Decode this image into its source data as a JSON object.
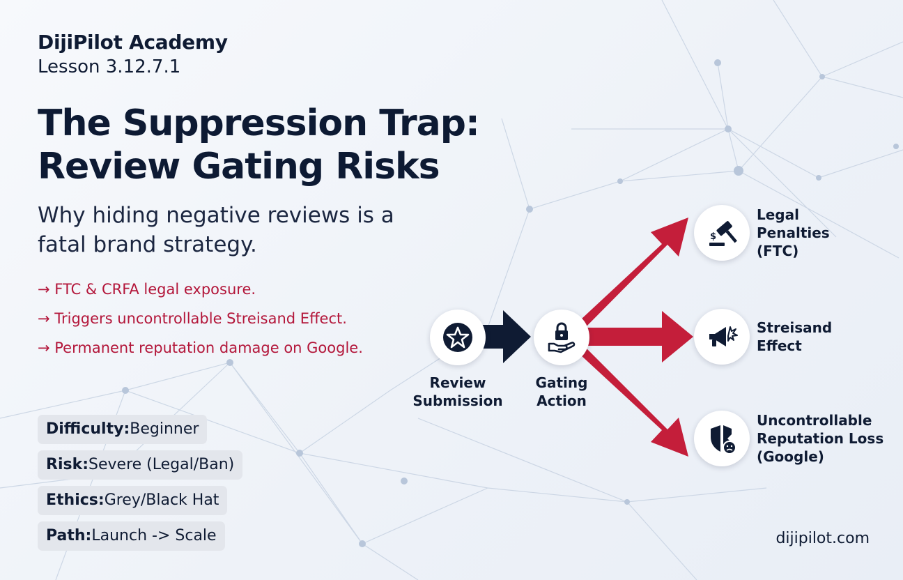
{
  "header": {
    "brand": "DijiPilot Academy",
    "lesson": "Lesson 3.12.7.1"
  },
  "title": {
    "line1": "The Suppression Trap:",
    "line2": "Review Gating Risks"
  },
  "subtitle": "Why hiding negative reviews is a fatal brand strategy.",
  "risks": [
    "→ FTC & CRFA legal exposure.",
    "→ Triggers uncontrollable Streisand Effect.",
    "→ Permanent reputation damage on Google."
  ],
  "meta": [
    {
      "label": "Difficulty:",
      "value": "Beginner"
    },
    {
      "label": "Risk:",
      "value": "Severe (Legal/Ban)"
    },
    {
      "label": "Ethics:",
      "value": "Grey/Black Hat"
    },
    {
      "label": "Path:",
      "value": "Launch -> Scale"
    }
  ],
  "flow": {
    "source": {
      "line1": "Review",
      "line2": "Submission",
      "icon": "star-icon"
    },
    "gate": {
      "line1": "Gating",
      "line2": "Action",
      "icon": "lock-hand-icon"
    },
    "outcomes": [
      {
        "lines": [
          "Legal",
          "Penalties",
          "(FTC)"
        ],
        "icon": "gavel-icon"
      },
      {
        "lines": [
          "Streisand",
          "Effect"
        ],
        "icon": "megaphone-icon"
      },
      {
        "lines": [
          "Uncontrollable",
          "Reputation Loss",
          "(Google)"
        ],
        "icon": "broken-shield-icon"
      }
    ]
  },
  "colors": {
    "navy": "#0f1b33",
    "accent_red": "#c41e3a",
    "risk_text": "#b3163a"
  },
  "footer": "dijipilot.com"
}
